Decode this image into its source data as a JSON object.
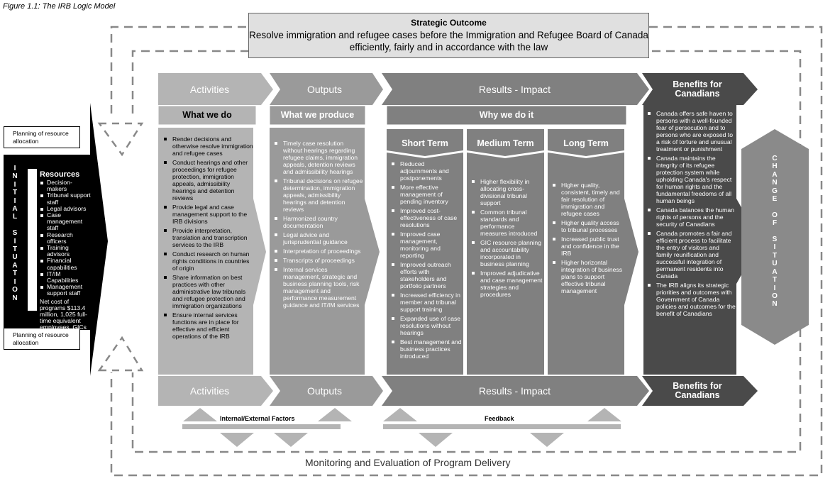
{
  "figure_title": "Figure 1.1: The IRB Logic Model",
  "strategic_outcome": {
    "heading": "Strategic Outcome",
    "text": "Resolve immigration and refugee cases before the Immigration and Refugee Board of Canada efficiently, fairly and in accordance with the law"
  },
  "flow_top": {
    "activities": "Activities",
    "outputs": "Outputs",
    "results": "Results - Impact",
    "benefits": "Benefits for Canadians"
  },
  "flow_bottom": {
    "activities": "Activities",
    "outputs": "Outputs",
    "results": "Results - Impact",
    "benefits": "Benefits for Canadians"
  },
  "initial_situation": {
    "vertical_label": "INITIAL SITUATION",
    "planning_top": "Planning of resource allocation",
    "planning_bottom": "Planning of resource allocation",
    "resources_heading": "Resources",
    "resources": [
      "Decision-makers",
      "Tribunal support staff",
      "Legal advisors",
      "Case management staff",
      "Research officers",
      "Training advisors",
      "Financial capabilities",
      "IT/IM Capabilities",
      "Management support staff"
    ],
    "net_cost": "Net cost of programs $113.4 million, 1,025 full-time equivalent employees, GICs"
  },
  "activities": {
    "heading": "What we do",
    "items": [
      "Render decisions and otherwise resolve immigration and refugee cases",
      "Conduct hearings and other proceedings for refugee protection, immigration appeals, admissibility hearings and detention reviews",
      "Provide legal and case management support to the IRB divisions",
      "Provide interpretation, translation and transcription services to the IRB",
      "Conduct research on human rights conditions in countries of origin",
      "Share information on best practices with other administrative law tribunals and refugee protection and immigration organizations",
      "Ensure internal services functions are in place for effective and efficient operations of the IRB"
    ]
  },
  "outputs": {
    "heading": "What we produce",
    "items": [
      "Timely case resolution without hearings regarding refugee claims, immigration appeals, detention reviews and admissibility hearings",
      "Tribunal decisions on refugee determination, immigration appeals, admissibility hearings and detention reviews",
      "Harmonized country documentation",
      "Legal advice and jurisprudential guidance",
      "Interpretation of proceedings",
      "Transcripts of proceedings",
      "Internal services management, strategic and business planning tools, risk management and performance measurement guidance and IT/IM services"
    ]
  },
  "results": {
    "heading": "Why we do it",
    "short_term": {
      "heading": "Short Term",
      "items": [
        "Reduced adjournments and postponements",
        "More effective management of pending inventory",
        "Improved cost-effectiveness of case resolutions",
        "Improved case management, monitoring and reporting",
        "Improved outreach efforts with stakeholders and portfolio partners",
        "Increased efficiency in member and tribunal support training",
        "Expanded use of case resolutions without hearings",
        "Best management and business practices introduced"
      ]
    },
    "medium_term": {
      "heading": "Medium Term",
      "items": [
        "Higher flexibility in allocating cross-divisional tribunal support",
        "Common tribunal standards and performance measures introduced",
        "GIC resource planning and accountability incorporated in business planning",
        "Improved adjudicative and case management strategies and procedures"
      ]
    },
    "long_term": {
      "heading": "Long Term",
      "items": [
        "Higher quality, consistent, timely and fair resolution of immigration and refugee cases",
        "Higher quality access to tribunal processes",
        "Increased public trust and confidence in the IRB",
        "Higher horizontal integration of business plans to support effective tribunal management"
      ]
    }
  },
  "benefits": {
    "items": [
      "Canada offers safe haven to persons with a well-founded fear of persecution and to persons who are exposed to a risk of torture and unusual treatment or punishment",
      "Canada maintains the integrity of its refugee protection system while upholding Canada's respect for human rights and the fundamental freedoms of all human beings",
      "Canada balances the human rights of persons and the security of Canadians",
      "Canada promotes a fair and efficient process to facilitate the entry of visitors and family reunification and successful integration of permanent residents into Canada",
      "The IRB aligns its strategic priorities and outcomes with Government of Canada policies and outcomes for the benefit of Canadians"
    ]
  },
  "change_of_situation": "CHANGE OF SITUATION",
  "factors": {
    "internal_external": "Internal/External Factors",
    "feedback": "Feedback"
  },
  "monitoring": "Monitoring and Evaluation of Program Delivery",
  "colors": {
    "activities": "#b4b4b4",
    "outputs": "#9a9a9a",
    "results": "#808080",
    "benefits": "#4a4a4a",
    "initial": "#000000",
    "change": "#8a8a8a"
  }
}
